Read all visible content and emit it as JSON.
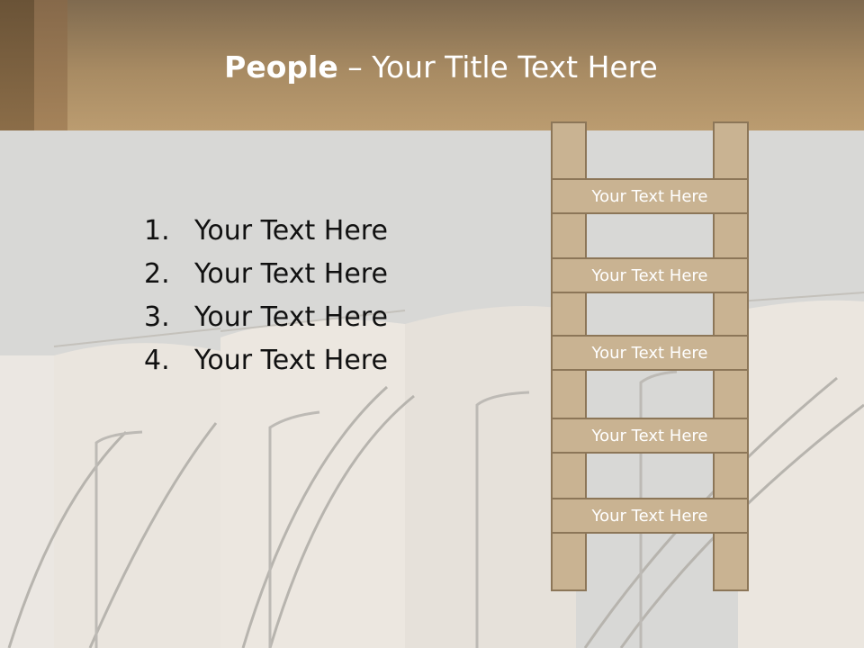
{
  "slide": {
    "title_bold": "People",
    "title_rest": " – Your Title Text Here"
  },
  "list": {
    "items": [
      {
        "number": "1.",
        "text": "Your Text Here"
      },
      {
        "number": "2.",
        "text": "Your Text Here"
      },
      {
        "number": "3.",
        "text": "Your Text Here"
      },
      {
        "number": "4.",
        "text": "Your Text Here"
      }
    ]
  },
  "ladder": {
    "rungs": [
      {
        "label": "Your Text Here"
      },
      {
        "label": "Your Text Here"
      },
      {
        "label": "Your Text Here"
      },
      {
        "label": "Your Text Here"
      },
      {
        "label": "Your Text Here"
      }
    ]
  },
  "colors": {
    "header": "#a88b63",
    "ladder_fill": "#c9b392",
    "ladder_border": "#8c7658"
  }
}
